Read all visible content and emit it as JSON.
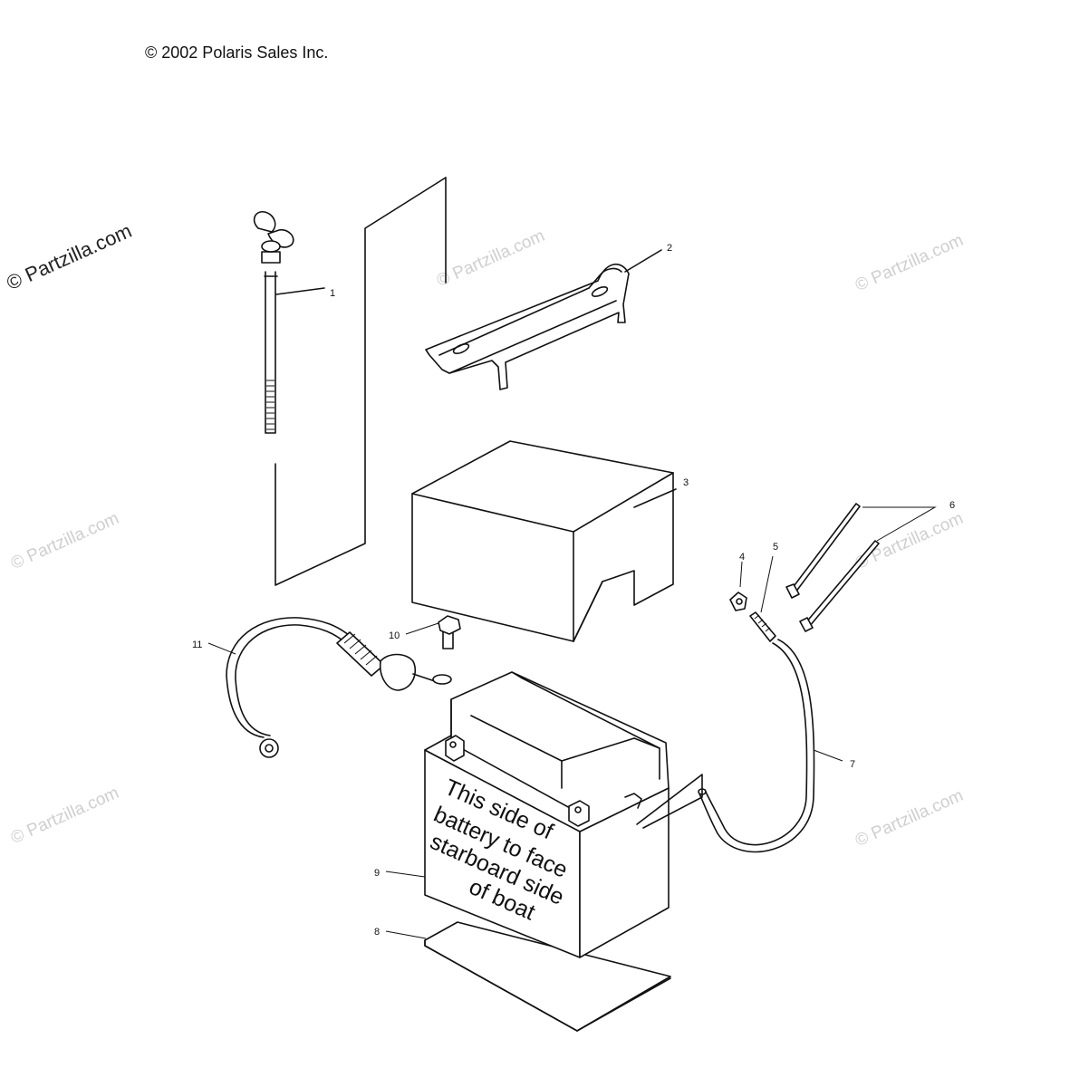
{
  "copyright": "© 2002 Polaris Sales Inc.",
  "watermark": "© Partzilla.com",
  "battery_label": [
    "This side of",
    "battery to face",
    "starboard side",
    "of boat"
  ],
  "callouts": {
    "c1": "1",
    "c2": "2",
    "c3": "3",
    "c4": "4",
    "c5": "5",
    "c6": "6",
    "c7": "7",
    "c8": "8",
    "c9": "9",
    "c10": "10",
    "c11": "11"
  },
  "colors": {
    "line": "#111111",
    "watermark": "#cfcfcf",
    "background": "#ffffff"
  }
}
